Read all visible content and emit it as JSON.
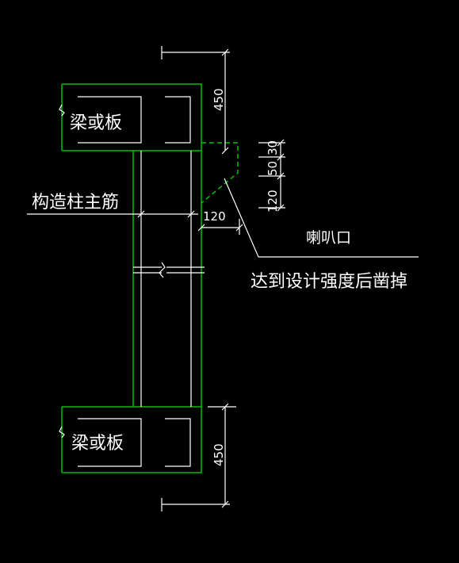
{
  "labels": {
    "beam_top": "梁或板",
    "beam_bottom": "梁或板",
    "main_rebar": "构造柱主筋",
    "bell_mouth": "喇叭口",
    "remove_note": "达到设计强度后凿掉"
  },
  "dimensions": {
    "top_height": "450",
    "bottom_height": "450",
    "d30": "30",
    "d50": "50",
    "d120_vertical": "120",
    "d120_horizontal": "120"
  },
  "colors": {
    "background": "#000000",
    "outline": "#00c000",
    "lines": "#ffffff"
  }
}
